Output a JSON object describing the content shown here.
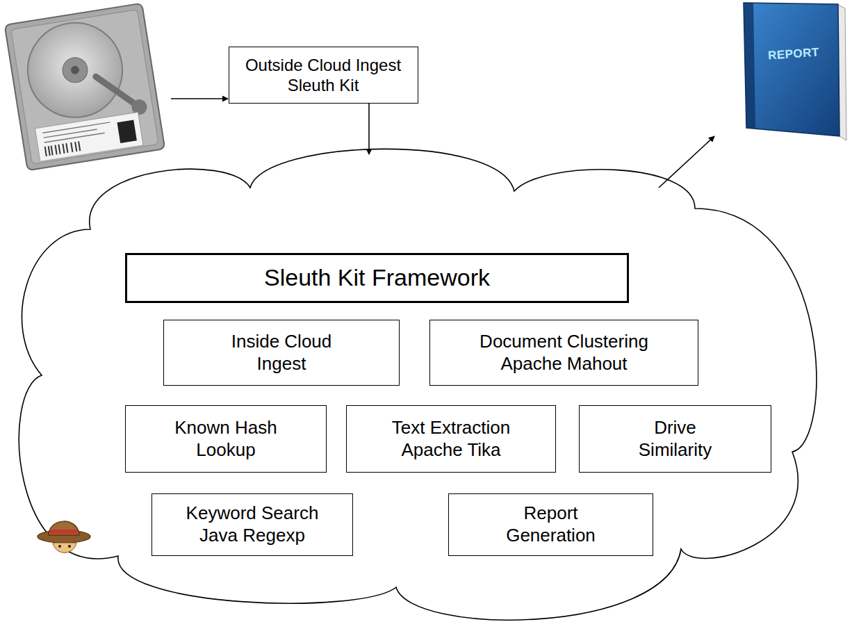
{
  "diagram": {
    "nodes": [
      {
        "text": [
          "Outside Cloud Ingest Sleuth Kit"
        ]
      },
      {
        "text": [
          "REPORT"
        ]
      },
      {
        "text": [
          "Sleuth Kit Framework"
        ]
      },
      {
        "text": [
          "Inside Cloud Ingest"
        ]
      },
      {
        "text": [
          "Document Clustering Apache Mahout"
        ]
      },
      {
        "text": [
          "Known Hash Lookup"
        ]
      },
      {
        "text": [
          "Text Extraction Apache Tika"
        ]
      },
      {
        "text": [
          "Drive Similarity"
        ]
      },
      {
        "text": [
          "Keyword Search Java Regexp"
        ]
      },
      {
        "text": [
          "Report Generation"
        ]
      }
    ]
  }
}
